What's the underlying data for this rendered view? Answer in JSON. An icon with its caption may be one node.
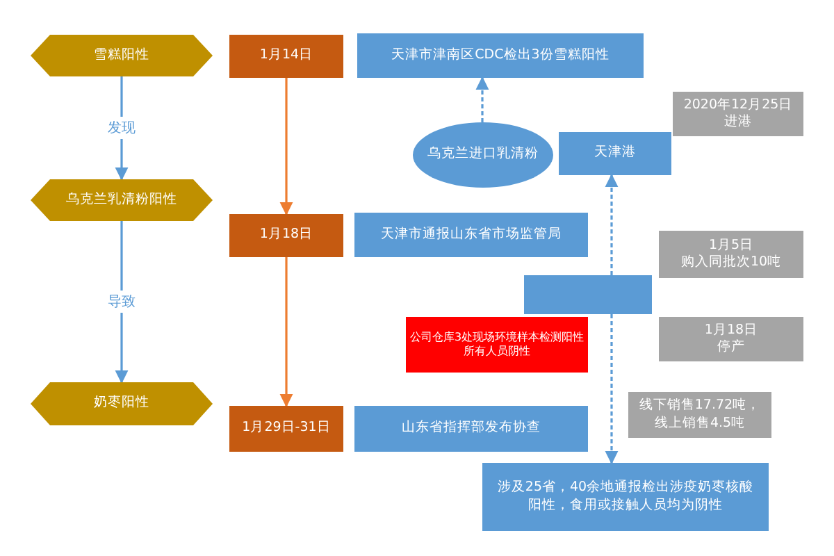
{
  "diagram": {
    "nodes": [
      {
        "text": [
          "雪糕阳性"
        ]
      },
      {
        "text": [
          "1月14日"
        ]
      },
      {
        "text": [
          "天津市津南区CDC检出3份雪糕阳性"
        ]
      },
      {
        "text": [
          "2020年12月25日",
          "进港"
        ]
      },
      {
        "text": [
          "乌克兰进口乳清粉"
        ]
      },
      {
        "text": [
          "天津港"
        ]
      },
      {
        "text": [
          "乌克兰乳清粉阳性"
        ]
      },
      {
        "text": [
          "1月18日"
        ]
      },
      {
        "text": [
          "天津市通报山东省市场监管局"
        ]
      },
      {
        "text": [
          "1月5日",
          "购入同批次10吨"
        ]
      },
      {
        "text": [],
        "shape": "box"
      },
      {
        "text": [
          "公司仓库3处现场环境样本检测阳性",
          "所有人员阴性"
        ]
      },
      {
        "text": [
          "1月18日",
          "停产"
        ]
      },
      {
        "text": [
          "奶枣阳性"
        ]
      },
      {
        "text": [
          "1月29日-31日"
        ]
      },
      {
        "text": [
          "山东省指挥部发布协查"
        ]
      },
      {
        "text": [
          "线下销售17.72吨，线上销售4.5吨"
        ]
      },
      {
        "text": [
          "涉及25省，40余地通报检出涉疫奶枣核酸阳性，食用或接触人员均为阴性"
        ]
      }
    ],
    "edges": [
      {
        "from": 0,
        "to": 6,
        "arrow": "to",
        "label": "发现"
      },
      {
        "from": 6,
        "to": 13,
        "arrow": "to",
        "label": "导致"
      },
      {
        "from": 1,
        "to": 7,
        "arrow": "to",
        "color": "#ed7d31"
      },
      {
        "from": 7,
        "to": 14,
        "arrow": "to",
        "color": "#ed7d31"
      },
      {
        "from": 4,
        "to": 2,
        "arrow": "to",
        "style": "dashed"
      },
      {
        "from": 10,
        "to": 5,
        "arrow": "to",
        "style": "dashed"
      },
      {
        "from": 10,
        "to": 17,
        "arrow": "to",
        "style": "dashed"
      }
    ]
  }
}
